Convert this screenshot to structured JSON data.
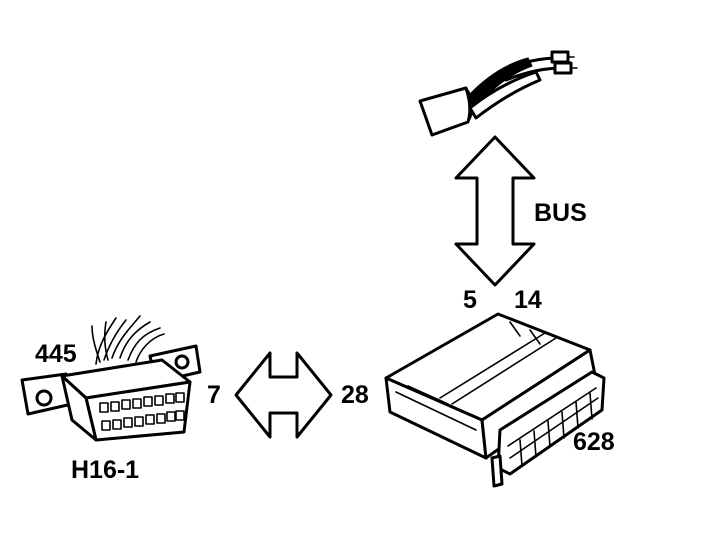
{
  "labels": {
    "bus": "BUS",
    "pin_5": "5",
    "pin_14": "14",
    "pin_7": "7",
    "pin_28": "28",
    "connector_number": "445",
    "connector_id": "H16-1",
    "module_number": "628"
  },
  "colors": {
    "ink": "#000000",
    "background": "#ffffff"
  },
  "icons": {
    "connector": "obd-diagnostic-connector-icon",
    "module": "control-module-icon",
    "cable": "bus-cable-icon",
    "vertical_arrow": "double-headed-vertical-arrow-icon",
    "horizontal_arrow": "double-headed-horizontal-arrow-icon"
  }
}
